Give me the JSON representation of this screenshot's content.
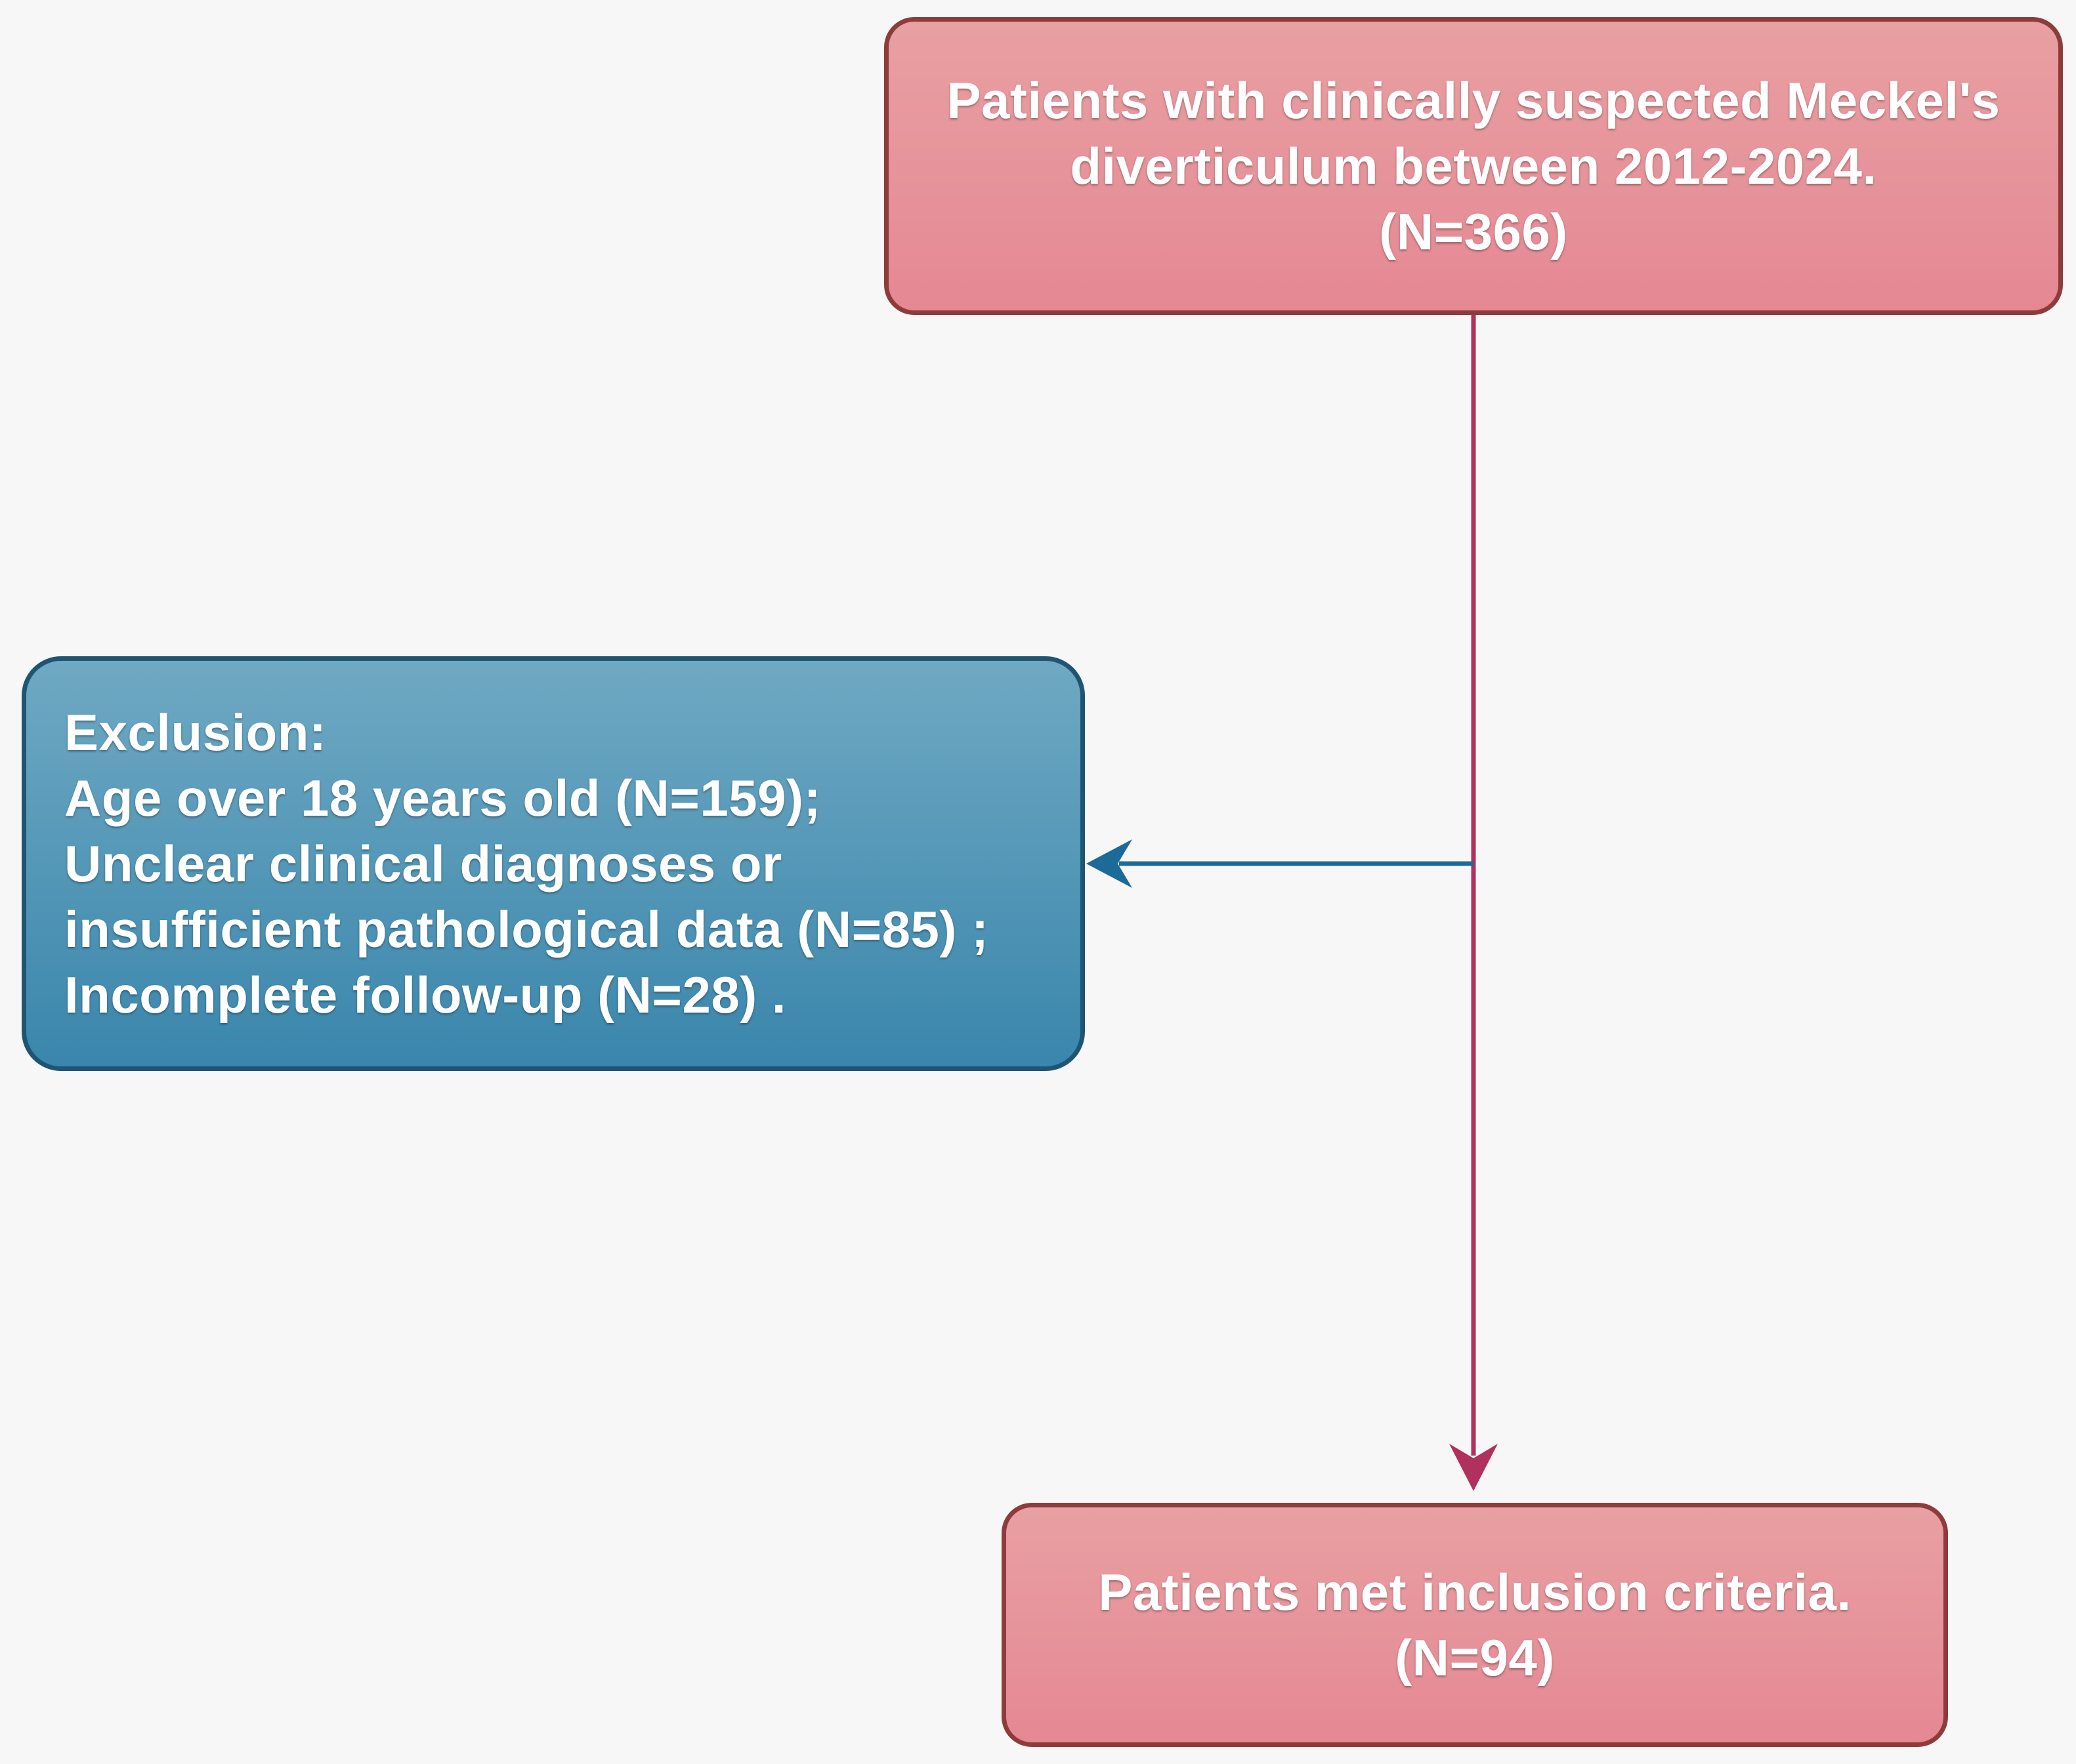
{
  "colors": {
    "inclusion_fill": "#e5909a",
    "inclusion_border": "#8e3c3b",
    "exclusion_fill": "#4a91b5",
    "exclusion_border": "#1f5572",
    "main_arrow": "#b0305e",
    "exclusion_arrow": "#1c6a9a",
    "text": "#ffffff"
  },
  "top_box": {
    "lines": [
      "Patients with clinically suspected  Meckel's",
      "diverticulum between 2012-2024.",
      "(N=366)"
    ]
  },
  "exclusion_box": {
    "lines": [
      "Exclusion:",
      "Age over 18 years old (N=159);",
      "Unclear clinical diagnoses or",
      "insufficient pathological data (N=85) ;",
      "Incomplete follow-up (N=28) ."
    ]
  },
  "bottom_box": {
    "lines": [
      "Patients met inclusion criteria.",
      "(N=94)"
    ]
  }
}
